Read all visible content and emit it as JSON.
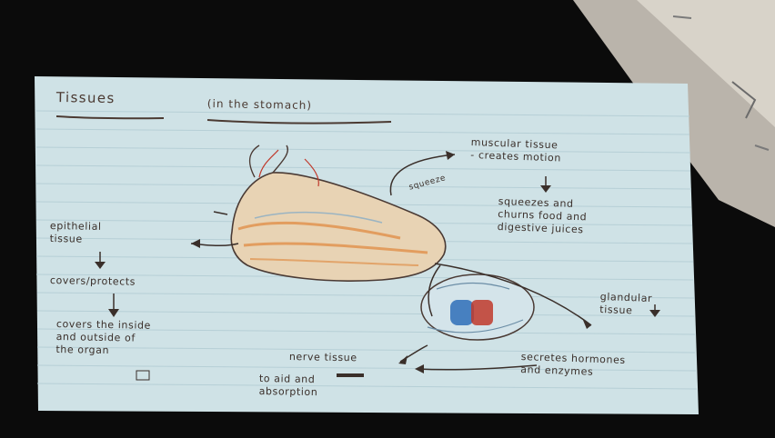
{
  "card": {
    "title": "Tissues",
    "subtitle": "(in the stomach)",
    "labels": {
      "muscular": [
        "muscular tissue",
        "- creates motion"
      ],
      "squeezes": [
        "squeezes and",
        "churns food and",
        "digestive juices"
      ],
      "epithelial": [
        "epithelial",
        "tissue"
      ],
      "covers": [
        "covers/protects"
      ],
      "lines": [
        "covers the inside",
        "and outside of",
        "the organ"
      ],
      "glandular": [
        "glandular",
        "tissue"
      ],
      "secretes": [
        "secretes hormones",
        "and enzymes"
      ],
      "nerve": [
        "nerve tissue"
      ],
      "control": [
        "to aid and",
        "absorption"
      ],
      "squeeze_small": "squeeze"
    }
  },
  "colors": {
    "card": "#cfe2e6",
    "ink": "#3a2f2a",
    "orange": "#e0904a",
    "red": "#c0392b",
    "blue": "#2e6fb8",
    "background": "#0b0b0b"
  }
}
